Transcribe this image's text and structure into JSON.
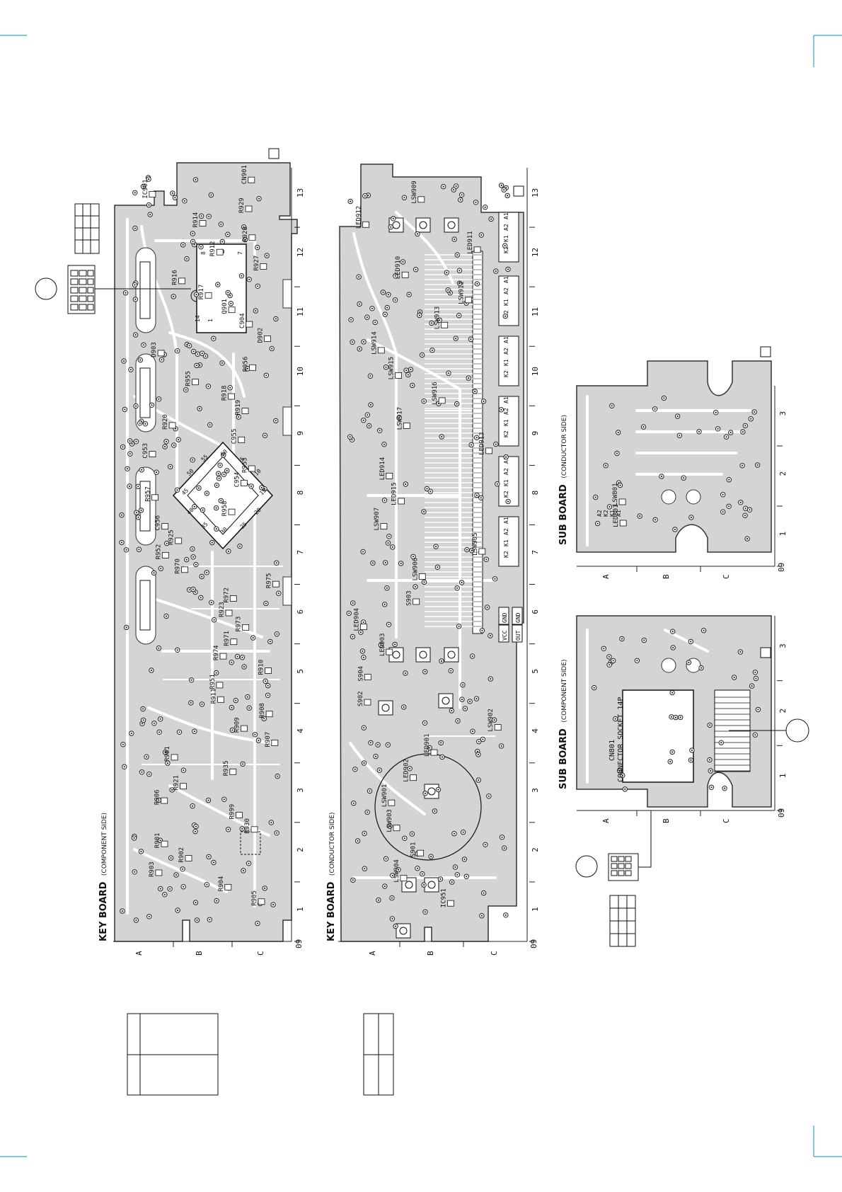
{
  "key_board_component": {
    "title": "KEY BOARD",
    "side": "(COMPONENT SIDE)",
    "row_labels": [
      "A",
      "B",
      "C"
    ],
    "col_labels": [
      "1",
      "2",
      "3",
      "4",
      "5",
      "6",
      "7",
      "8",
      "9",
      "10",
      "11",
      "12",
      "13"
    ],
    "corner": "09",
    "parts": [
      {
        "ref": "CN901"
      },
      {
        "ref": "IC901"
      },
      {
        "ref": "R929"
      },
      {
        "ref": "R914"
      },
      {
        "ref": "R928"
      },
      {
        "ref": "R912"
      },
      {
        "ref": "R927"
      },
      {
        "ref": "R916"
      },
      {
        "ref": "R917"
      },
      {
        "ref": "Q901"
      },
      {
        "ref": "C904"
      },
      {
        "ref": "D902"
      },
      {
        "ref": "D903"
      },
      {
        "ref": "R956"
      },
      {
        "ref": "R955"
      },
      {
        "ref": "R918"
      },
      {
        "ref": "R919"
      },
      {
        "ref": "R920"
      },
      {
        "ref": "C955"
      },
      {
        "ref": "C953"
      },
      {
        "ref": "R953"
      },
      {
        "ref": "C954"
      },
      {
        "ref": "R957"
      },
      {
        "ref": "R958"
      },
      {
        "ref": "C956"
      },
      {
        "ref": "R925"
      },
      {
        "ref": "R952"
      },
      {
        "ref": "R970"
      },
      {
        "ref": "R975"
      },
      {
        "ref": "R972"
      },
      {
        "ref": "R923"
      },
      {
        "ref": "R973"
      },
      {
        "ref": "R971"
      },
      {
        "ref": "R974"
      },
      {
        "ref": "R910"
      },
      {
        "ref": "R951"
      },
      {
        "ref": "R911"
      },
      {
        "ref": "R908"
      },
      {
        "ref": "R909"
      },
      {
        "ref": "R907"
      },
      {
        "ref": "R981"
      },
      {
        "ref": "R935"
      },
      {
        "ref": "R921"
      },
      {
        "ref": "R906"
      },
      {
        "ref": "R999"
      },
      {
        "ref": "R930"
      },
      {
        "ref": "R901"
      },
      {
        "ref": "R902"
      },
      {
        "ref": "R903"
      },
      {
        "ref": "R904"
      },
      {
        "ref": "R905"
      }
    ]
  },
  "key_board_conductor": {
    "title": "KEY BOARD",
    "side": "(CONDUCTOR SIDE)",
    "row_labels": [
      "A",
      "B",
      "C"
    ],
    "col_labels": [
      "1",
      "2",
      "3",
      "4",
      "5",
      "6",
      "7",
      "8",
      "9",
      "10",
      "11",
      "12",
      "13"
    ],
    "corner": "09",
    "parts": [
      {
        "ref": "LSW909"
      },
      {
        "ref": "LED912"
      },
      {
        "ref": "LED911"
      },
      {
        "ref": "LED910"
      },
      {
        "ref": "LSW912"
      },
      {
        "ref": "LSW913"
      },
      {
        "ref": "LSW914"
      },
      {
        "ref": "LSW915"
      },
      {
        "ref": "LSW916"
      },
      {
        "ref": "LSW917"
      },
      {
        "ref": "LED913"
      },
      {
        "ref": "LED914"
      },
      {
        "ref": "LED915"
      },
      {
        "ref": "LSW907"
      },
      {
        "ref": "LSW905"
      },
      {
        "ref": "LSW906"
      },
      {
        "ref": "S903"
      },
      {
        "ref": "LED904"
      },
      {
        "ref": "LED903"
      },
      {
        "ref": "S904"
      },
      {
        "ref": "S902"
      },
      {
        "ref": "LSW902"
      },
      {
        "ref": "LED901"
      },
      {
        "ref": "LED902"
      },
      {
        "ref": "LSW901"
      },
      {
        "ref": "LSW903"
      },
      {
        "ref": "S901"
      },
      {
        "ref": "LSW904"
      },
      {
        "ref": "IC951"
      }
    ],
    "connector_labels": [
      "VCC",
      "GND",
      "OUT",
      "GND"
    ]
  },
  "sub_board_conductor": {
    "title": "SUB BOARD",
    "side": "(CONDUCTOR SIDE)",
    "row_labels": [
      "A",
      "B",
      "C"
    ],
    "col_labels": [
      "1",
      "2",
      "3"
    ],
    "corner": "09",
    "parts": [
      {
        "ref": "LSW801"
      },
      {
        "ref": "LED801"
      }
    ],
    "pin_labels": [
      "A2",
      "K2",
      "K1",
      "A1"
    ]
  },
  "sub_board_component": {
    "title": "SUB BOARD",
    "side": "(COMPONENT SIDE)",
    "row_labels": [
      "A",
      "B",
      "C"
    ],
    "col_labels": [
      "1",
      "2",
      "3"
    ],
    "corner": "09",
    "parts": [
      {
        "ref": "CN801"
      }
    ],
    "connector_text": "CONNECTOR SOCKET 14P"
  },
  "pin_labels": {
    "switch_pins": [
      "A1",
      "A2",
      "K1",
      "K2"
    ],
    "ic_pins": [
      "1",
      "7",
      "8",
      "14"
    ],
    "qfp_pins": [
      "15",
      "20",
      "25",
      "30",
      "35",
      "40",
      "45",
      "50",
      "55",
      "60",
      "5",
      "10"
    ]
  }
}
